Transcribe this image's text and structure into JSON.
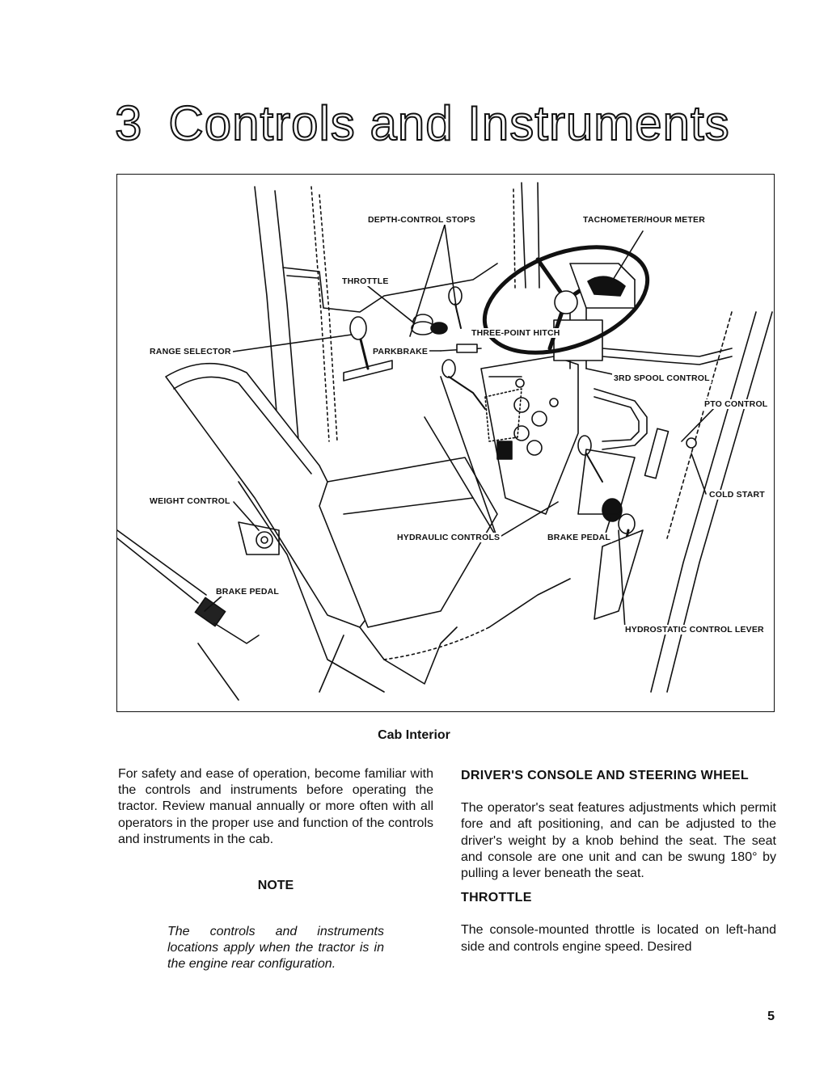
{
  "chapter": {
    "number": "3",
    "title": "Controls and Instruments"
  },
  "figure": {
    "caption": "Cab Interior",
    "callouts": {
      "depth_control_stops": "DEPTH-CONTROL STOPS",
      "tachometer": "TACHOMETER/HOUR METER",
      "throttle": "THROTTLE",
      "range_selector": "RANGE SELECTOR",
      "three_point_hitch": "THREE-POINT HITCH",
      "parkbrake": "PARKBRAKE",
      "third_spool": "3RD SPOOL CONTROL",
      "pto_control": "PTO CONTROL",
      "weight_control": "WEIGHT CONTROL",
      "cold_start": "COLD START",
      "hydraulic_controls": "HYDRAULIC CONTROLS",
      "brake_pedal_right": "BRAKE PEDAL",
      "brake_pedal_left": "BRAKE PEDAL",
      "hydrostatic_lever": "HYDROSTATIC CONTROL LEVER"
    }
  },
  "left_column": {
    "intro": "For safety and ease of operation, become familiar with the controls and instruments before operating the tractor. Review manual annually or more often with all operators in the proper use and function of the controls and instruments in the cab.",
    "note_heading": "NOTE",
    "note_text": "The controls and instruments locations apply when the tractor is in the engine rear configuration."
  },
  "right_column": {
    "heading_console": "DRIVER'S CONSOLE AND STEERING WHEEL",
    "console_text": "The operator's seat features adjustments which permit fore and aft positioning, and can be adjusted to the driver's weight by a knob behind the seat. The seat and console are one unit and can be swung 180° by pulling a lever beneath the seat.",
    "heading_throttle": "THROTTLE",
    "throttle_text": "The console-mounted throttle is located on left-hand side and controls engine speed. Desired"
  },
  "page_number": "5"
}
